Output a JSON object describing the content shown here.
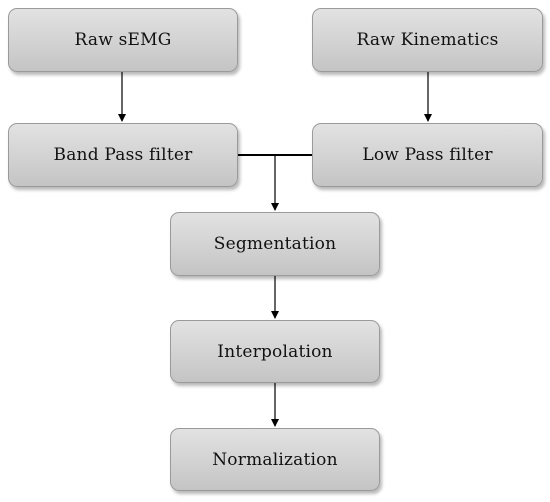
{
  "nodes": {
    "raw_semg": "Raw sEMG",
    "raw_kinematics": "Raw Kinematics",
    "band_pass_filter": "Band Pass filter",
    "low_pass_filter": "Low Pass filter",
    "segmentation": "Segmentation",
    "interpolation": "Interpolation",
    "normalization": "Normalization"
  }
}
